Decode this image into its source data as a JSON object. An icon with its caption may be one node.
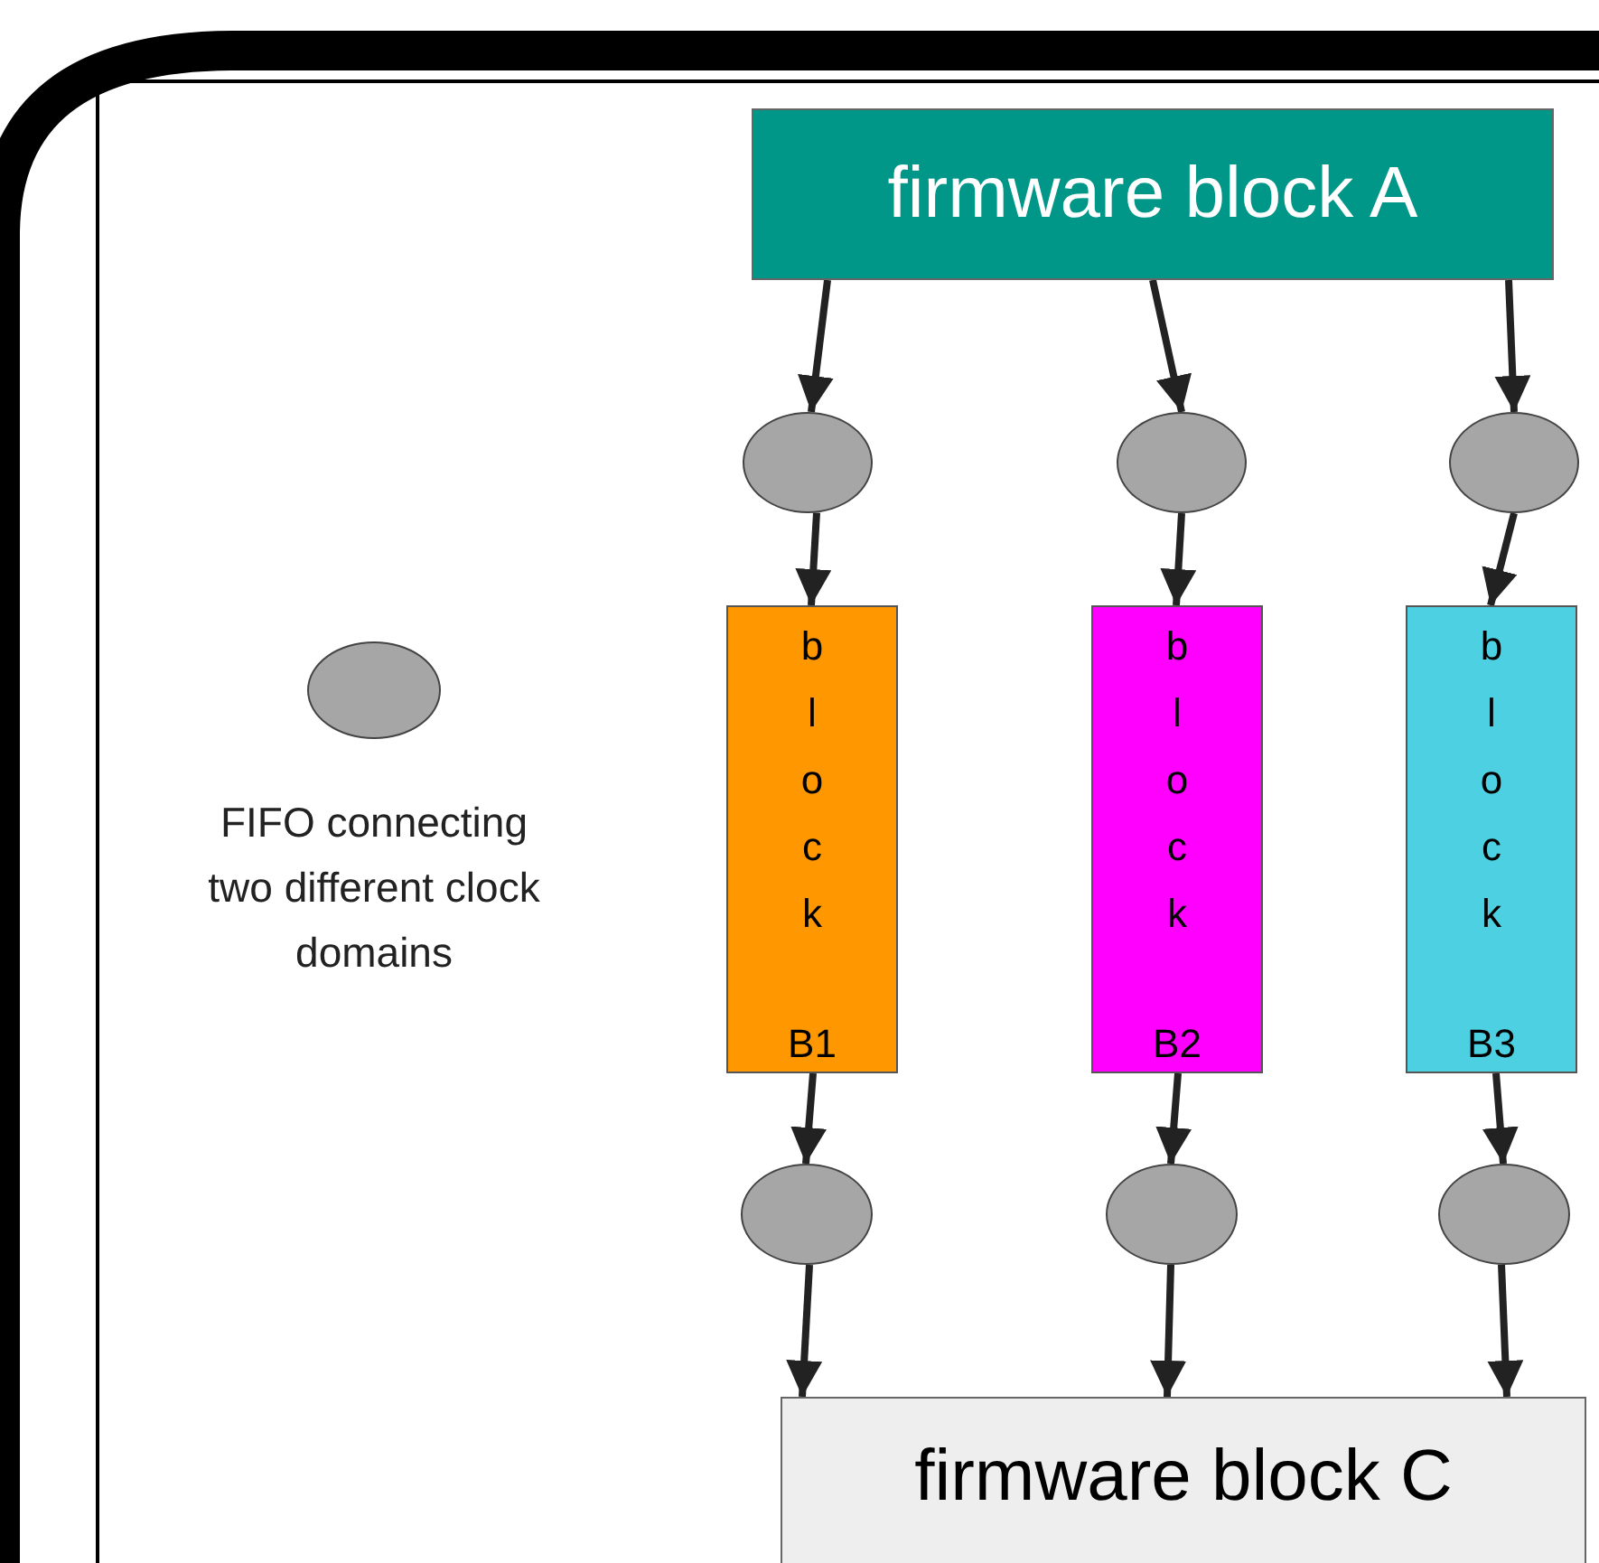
{
  "diagram": {
    "nodes": [
      {
        "text": [
          "firmware block A"
        ]
      },
      {
        "text": [],
        "shape": "circle"
      },
      {
        "text": [],
        "shape": "circle"
      },
      {
        "text": [],
        "shape": "circle"
      },
      {
        "text": [
          "block",
          "B1"
        ]
      },
      {
        "text": [
          "block",
          "B2"
        ]
      },
      {
        "text": [
          "block",
          "B3"
        ]
      },
      {
        "text": [],
        "shape": "circle"
      },
      {
        "text": [],
        "shape": "circle"
      },
      {
        "text": [],
        "shape": "circle"
      },
      {
        "text": [
          "firmware block C"
        ]
      }
    ],
    "edges": [
      {
        "from": 0,
        "to": 1,
        "arrow": "to"
      },
      {
        "from": 0,
        "to": 2,
        "arrow": "to"
      },
      {
        "from": 0,
        "to": 3,
        "arrow": "to"
      },
      {
        "from": 1,
        "to": 4,
        "arrow": "to"
      },
      {
        "from": 2,
        "to": 5,
        "arrow": "to"
      },
      {
        "from": 3,
        "to": 6,
        "arrow": "to"
      },
      {
        "from": 4,
        "to": 7,
        "arrow": "to"
      },
      {
        "from": 5,
        "to": 8,
        "arrow": "to"
      },
      {
        "from": 6,
        "to": 9,
        "arrow": "to"
      },
      {
        "from": 7,
        "to": 10,
        "arrow": "to"
      },
      {
        "from": 8,
        "to": 10,
        "arrow": "to"
      },
      {
        "from": 9,
        "to": 10,
        "arrow": "to"
      }
    ],
    "legend": [
      {
        "text": "FIFO connecting two different clock domains"
      }
    ]
  }
}
